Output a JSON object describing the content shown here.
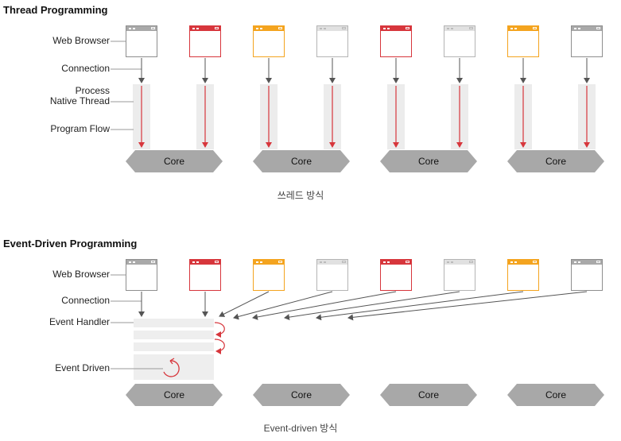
{
  "thread": {
    "title": "Thread Programming",
    "labels": {
      "web_browser": "Web Browser",
      "connection": "Connection",
      "process": "Process",
      "native_thread": "Native Thread",
      "program_flow": "Program Flow"
    },
    "caption": "쓰레드 방식",
    "browsers": [
      "gray",
      "red",
      "orange",
      "light",
      "red",
      "light",
      "orange",
      "gray"
    ],
    "cores": [
      "Core",
      "Core",
      "Core",
      "Core"
    ]
  },
  "event": {
    "title": "Event-Driven Programming",
    "labels": {
      "web_browser": "Web Browser",
      "connection": "Connection",
      "event_handler": "Event Handler",
      "event_driven": "Event Driven"
    },
    "caption": "Event-driven 방식",
    "browsers": [
      "gray",
      "red",
      "orange",
      "light",
      "red",
      "light",
      "orange",
      "gray"
    ],
    "cores": [
      "Core",
      "Core",
      "Core",
      "Core"
    ]
  },
  "colors": {
    "red": "#d7363c",
    "orange": "#f4a41f",
    "gray": "#8e8e8e",
    "light": "#b4b4b4",
    "core": "#a8a8a8",
    "arrow": "#555555"
  },
  "icons": [
    "browser-window-icon",
    "loop-arrow-icon"
  ]
}
